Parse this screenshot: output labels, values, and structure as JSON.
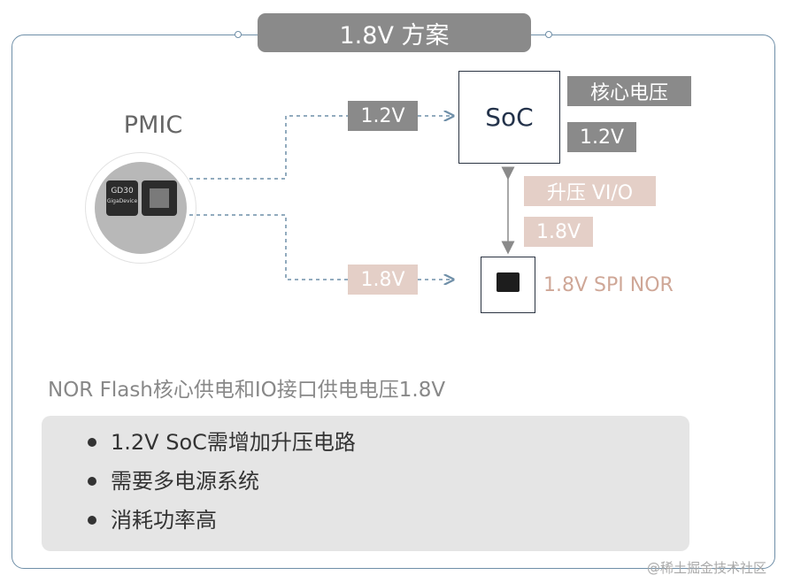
{
  "title": "1.8V 方案",
  "pmic": {
    "label": "PMIC",
    "chip_marking_top": "GD30",
    "chip_marking_bottom": "GigaDevice"
  },
  "soc": {
    "label": "SoC",
    "tag_core": "核心电压",
    "tag_core_voltage": "1.2V"
  },
  "links": {
    "pmic_to_soc": "1.2V",
    "pmic_to_nor": "1.8V",
    "soc_nor_tag_boost": "升压  VI/O",
    "soc_nor_tag_voltage": "1.8V"
  },
  "nor": {
    "label": "1.8V SPI NOR"
  },
  "note": "NOR Flash核心供电和IO接口供电电压1.8V",
  "bullets": [
    "1.2V SoC需增加升压电路",
    "需要多电源系统",
    "消耗功率高"
  ],
  "watermark": "@稀土掘金技术社区",
  "colors": {
    "frame": "#6f8fa8",
    "tag_gray": "#8a8a8a",
    "tag_pink": "#e4cfc7",
    "nor_text": "#cfa797",
    "panel": "#e5e5e5"
  }
}
